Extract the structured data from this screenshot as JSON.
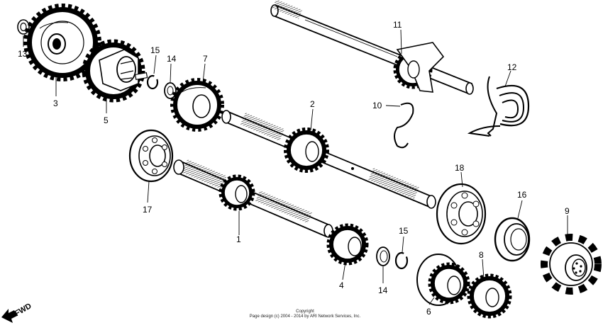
{
  "callouts": {
    "c1": "1",
    "c2": "2",
    "c3": "3",
    "c4": "4",
    "c5": "5",
    "c6": "6",
    "c7": "7",
    "c8": "8",
    "c9": "9",
    "c10": "10",
    "c11": "11",
    "c12": "12",
    "c13": "13",
    "c14a": "14",
    "c14b": "14",
    "c15a": "15",
    "c15b": "15",
    "c16": "16",
    "c17": "17",
    "c18": "18"
  },
  "fwd_label": "FWD",
  "copyright": {
    "line1": "Copyright",
    "line2": "Page design (c) 2004 - 2014 by ARI Network Services, Inc."
  }
}
